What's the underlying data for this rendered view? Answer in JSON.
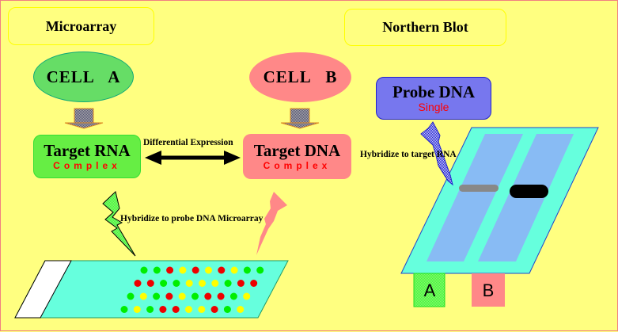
{
  "microarray": {
    "title": "Microarray",
    "cell_a": "CELL   A",
    "cell_b": "CELL   B",
    "target_rna": {
      "title": "Target RNA",
      "subtitle": "Complex"
    },
    "target_dna": {
      "title": "Target DNA",
      "subtitle": "Complex"
    },
    "differential_label": "Differential Expression",
    "hybridize_label": "Hybridize to probe DNA Microarray",
    "spot_rows": [
      [
        "green",
        "green",
        "red",
        "yellow",
        "red",
        "yellow",
        "red",
        "yellow",
        "green",
        "green"
      ],
      [
        "red",
        "red",
        "green",
        "green",
        "yellow",
        "yellow",
        "yellow",
        "green",
        "red",
        "red"
      ],
      [
        "green",
        "yellow",
        "green",
        "red",
        "yellow",
        "green",
        "red",
        "red",
        "green",
        "yellow"
      ],
      [
        "green",
        "yellow",
        "green",
        "red",
        "red",
        "yellow",
        "yellow",
        "red",
        "green",
        "yellow"
      ]
    ]
  },
  "northern": {
    "title": "Northern Blot",
    "probe": {
      "title": "Probe DNA",
      "subtitle": "Single"
    },
    "hybridize_label": "Hybridize to target RNA",
    "lane_a": "A",
    "lane_b": "B"
  },
  "colors": {
    "background": "#ffff80",
    "cell_a_green": "#66dd66",
    "cell_b_pink": "#ff8888",
    "slide_teal": "#66ffdd",
    "lane_blue": "#88bbf4",
    "spot_green": "#00ee00",
    "spot_red": "#ee0000",
    "spot_yellow": "#ffff00",
    "probe_blue": "#6666ee"
  }
}
